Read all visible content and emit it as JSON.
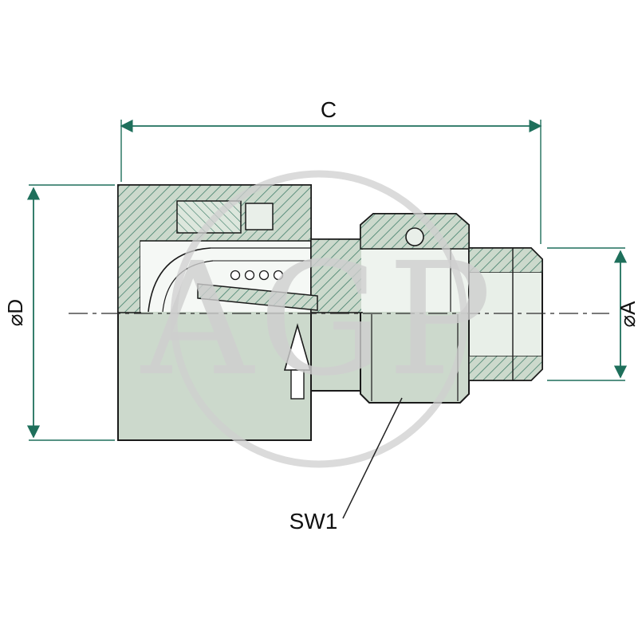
{
  "watermark": {
    "text": "AGP"
  },
  "dimensions": {
    "length": {
      "label": "C"
    },
    "diameter_left": {
      "label": "⌀D"
    },
    "diameter_right": {
      "label": "⌀A"
    },
    "wrench": {
      "label": "SW1"
    }
  },
  "colors": {
    "dimension_line": "#1e6f5b",
    "outline": "#1a1a1a",
    "part_fill": "#ccd9cc",
    "hatch_line": "#44806c",
    "watermark": "#cfcfcf",
    "background": "#ffffff"
  }
}
